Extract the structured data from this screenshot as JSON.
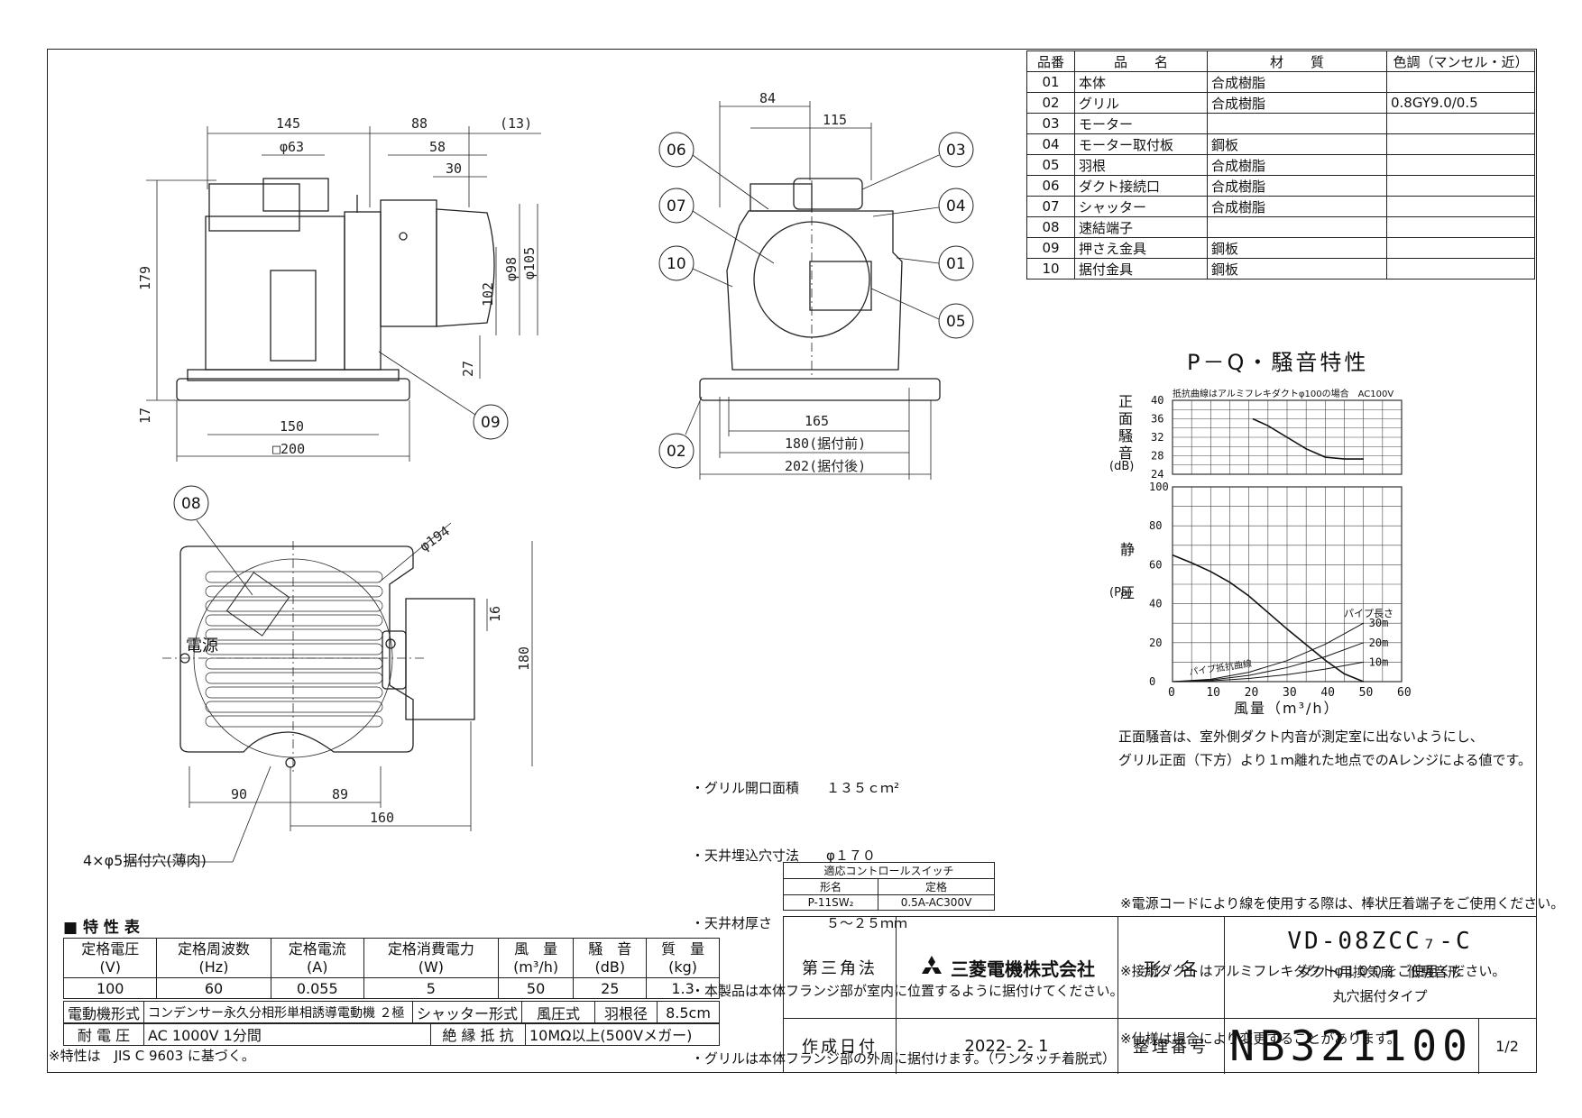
{
  "parts_table": {
    "headers": [
      "品番",
      "品　　名",
      "材　　質",
      "色調（マンセル・近）"
    ],
    "rows": [
      [
        "01",
        "本体",
        "合成樹脂",
        ""
      ],
      [
        "02",
        "グリル",
        "合成樹脂",
        "0.8GY9.0/0.5"
      ],
      [
        "03",
        "モーター",
        "",
        ""
      ],
      [
        "04",
        "モーター取付板",
        "鋼板",
        ""
      ],
      [
        "05",
        "羽根",
        "合成樹脂",
        ""
      ],
      [
        "06",
        "ダクト接続口",
        "合成樹脂",
        ""
      ],
      [
        "07",
        "シャッター",
        "合成樹脂",
        ""
      ],
      [
        "08",
        "速結端子",
        "",
        ""
      ],
      [
        "09",
        "押さえ金具",
        "鋼板",
        ""
      ],
      [
        "10",
        "据付金具",
        "鋼板",
        ""
      ]
    ]
  },
  "side_view_dims": {
    "d145": "145",
    "d88": "88",
    "d13": "(13)",
    "phi63": "φ63",
    "d58": "58",
    "d30": "30",
    "d179": "179",
    "d17": "17",
    "d102": "102",
    "d27": "27",
    "phi98": "φ98",
    "phi105": "φ105",
    "d150": "150",
    "d200": "□200"
  },
  "front_view_dims": {
    "d84": "84",
    "d115": "115",
    "d165": "165",
    "d180": "180(据付前)",
    "d202": "202(据付後)"
  },
  "bottom_view_dims": {
    "phi194": "φ194",
    "d16": "16",
    "d180": "180",
    "d90": "90",
    "d89": "89",
    "d160": "160",
    "power_label": "電源",
    "mount_holes": "4×φ5据付穴(薄肉)"
  },
  "callouts": [
    "01",
    "02",
    "03",
    "04",
    "05",
    "06",
    "07",
    "08",
    "09",
    "10"
  ],
  "chart_data": {
    "type": "line",
    "title": "P－Q・騒音特性",
    "note": "抵抗曲線はアルミフレキダクトφ100の場合　AC100V",
    "noise_axis": {
      "label": "正面騒音",
      "unit": "(dB)",
      "ylim": [
        24,
        40
      ],
      "ticks": [
        "40",
        "36",
        "32",
        "28",
        "24"
      ]
    },
    "pressure_axis": {
      "label": "静圧",
      "unit": "(Pa)",
      "ylim": [
        0,
        100
      ],
      "ticks": [
        "100",
        "80",
        "60",
        "40",
        "20",
        "0"
      ]
    },
    "x_axis": {
      "label": "風量（m³/h）",
      "xlim": [
        0,
        60
      ],
      "ticks": [
        "0",
        "10",
        "20",
        "30",
        "40",
        "50",
        "60"
      ]
    },
    "series": [
      {
        "name": "",
        "kind": "noise",
        "x": [
          21,
          25,
          30,
          35,
          40,
          45,
          50
        ],
        "y": [
          36,
          34.5,
          32,
          29.5,
          27.7,
          27.3,
          27.3
        ]
      },
      {
        "name": "",
        "kind": "pq",
        "x": [
          0,
          5,
          10,
          15,
          20,
          25,
          30,
          35,
          40,
          45,
          50
        ],
        "y": [
          65,
          61,
          56.5,
          51,
          44,
          35.5,
          27,
          19,
          11,
          4,
          0
        ]
      },
      {
        "name": "30m",
        "kind": "resistance",
        "x": [
          0,
          10,
          20,
          30,
          40,
          50
        ],
        "y": [
          0,
          1.2,
          4.8,
          10.8,
          19.2,
          30
        ]
      },
      {
        "name": "20m",
        "kind": "resistance",
        "x": [
          0,
          10,
          20,
          30,
          40,
          50
        ],
        "y": [
          0,
          0.8,
          3.2,
          7.2,
          12.8,
          20
        ]
      },
      {
        "name": "10m",
        "kind": "resistance",
        "x": [
          0,
          10,
          20,
          30,
          40,
          50
        ],
        "y": [
          0,
          0.4,
          1.6,
          3.6,
          6.4,
          10
        ]
      }
    ],
    "legend_title": "パイプ長さ",
    "curve_label": "パイプ抵抗曲線"
  },
  "chart_note": "正面騒音は、室外側ダクト内音が測定室に出ないようにし、\nグリル正面（下方）より１ｍ離れた地点でのAレンジによる値です。",
  "product_notes": [
    "・グリル開口面積　　１３５ｃｍ²",
    "・天井埋込穴寸法　　φ１７０",
    "・天井材厚さ　　　　５～２５ｍｍ",
    "・本製品は本体フランジ部が室内に位置するように据付けてください。",
    "・グリルは本体フランジ部の外周に据付けます。（ワンタッチ着脱式）"
  ],
  "warnings": [
    "※電源コードにより線を使用する際は、棒状圧着端子をご使用ください。",
    "※接続ダクトはアルミフレキダクトφ１００をご使用ください。",
    "※仕様は場合により変更することがあります。"
  ],
  "switch_table": {
    "title": "適応コントロールスイッチ",
    "headers": [
      "形名",
      "定格"
    ],
    "row": [
      "P-11SW₂",
      "0.5A-AC300V"
    ]
  },
  "spec": {
    "title": "■ 特 性 表",
    "headers": [
      "定格電圧\n(V)",
      "定格周波数\n(Hz)",
      "定格電流\n(A)",
      "定格消費電力\n(W)",
      "風　量\n(m³/h)",
      "騒　音\n(dB)",
      "質　量\n(kg)"
    ],
    "values": [
      "100",
      "60",
      "0.055",
      "5",
      "50",
      "25",
      "1.3"
    ],
    "motor_label": "電動機形式",
    "motor_value": "コンデンサー永久分相形単相誘導電動機 ２極",
    "shutter_label": "シャッター形式",
    "shutter_value": "風圧式",
    "blade_label": "羽根径",
    "blade_value": "8.5cm",
    "withstand_label": "耐 電 圧",
    "withstand_value": "AC 1000V 1分間",
    "insulation_label": "絶 縁 抵 抗",
    "insulation_value": "10MΩ以上(500Vメガー)",
    "footnote": "※特性は　JIS C 9603 に基づく。"
  },
  "title_block": {
    "projection": "第三角法",
    "company": "三菱電機株式会社",
    "model_label": "形　名",
    "model": "VD-08ZCC₇-C",
    "desc1": "ダクト用換気扇　低騒音形",
    "desc2": "丸穴据付タイプ",
    "date_label": "作成日付",
    "date": "2022- 2- 1",
    "docno_label": "整理番号",
    "docno": "NB321100",
    "page": "1/2"
  }
}
